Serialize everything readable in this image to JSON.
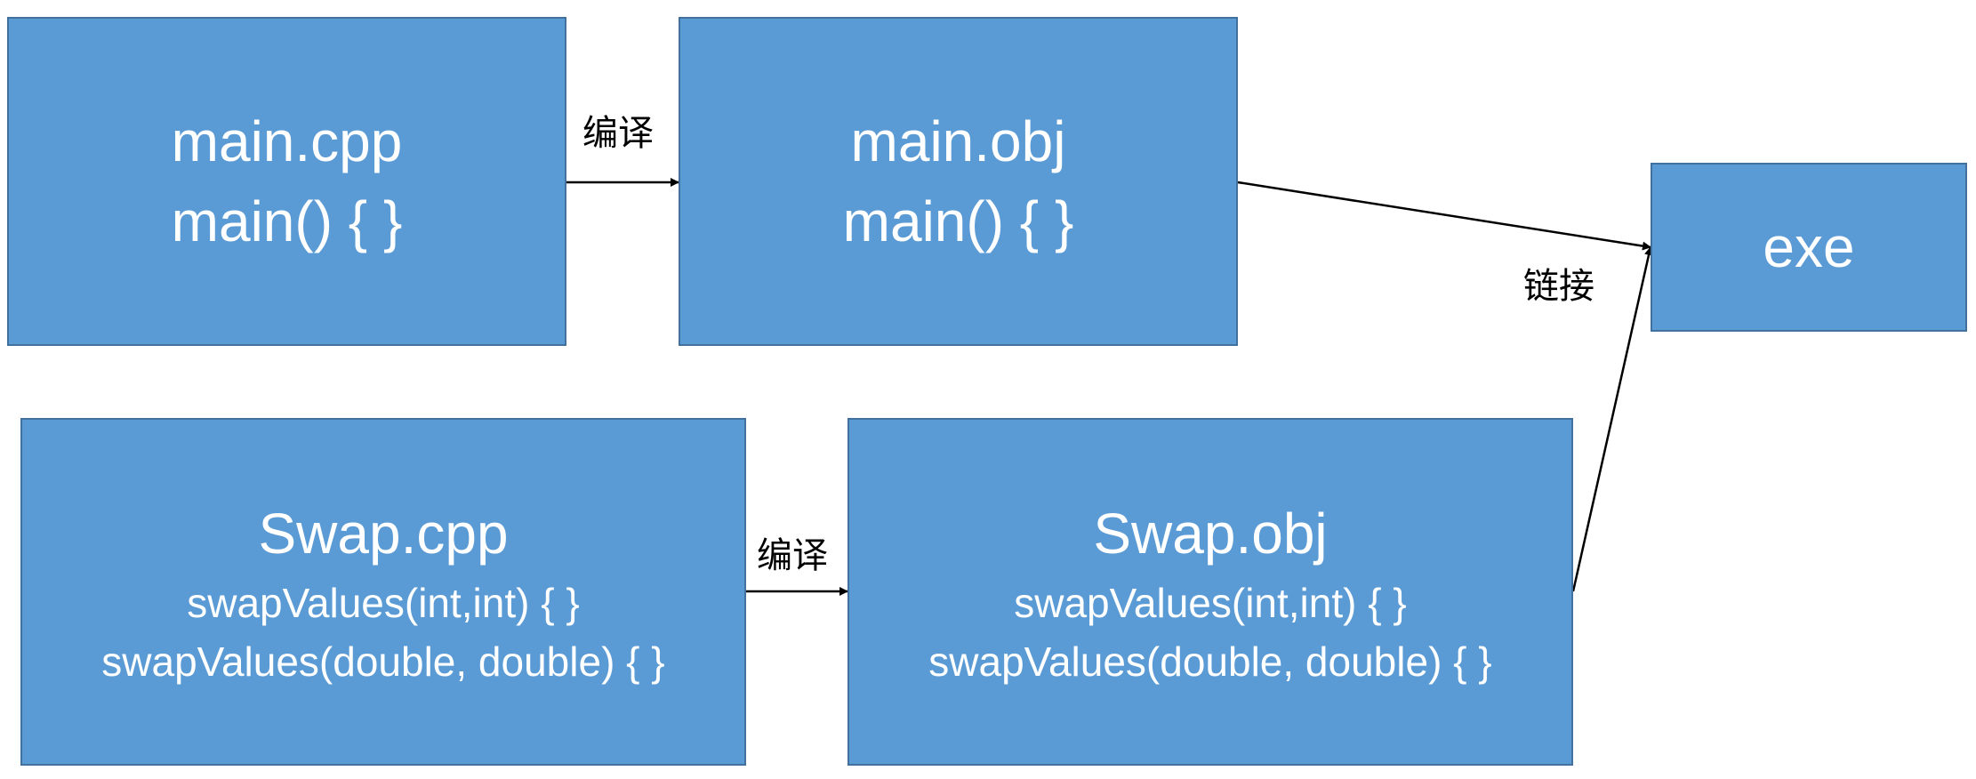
{
  "boxes": {
    "main_cpp": {
      "title": "main.cpp",
      "func": "main() { }"
    },
    "main_obj": {
      "title": "main.obj",
      "func": "main() { }"
    },
    "exe": {
      "title": "exe"
    },
    "swap_cpp": {
      "title": "Swap.cpp",
      "funcs": [
        "swapValues(int,int) { }",
        "swapValues(double, double) { }"
      ]
    },
    "swap_obj": {
      "title": "Swap.obj",
      "funcs": [
        "swapValues(int,int) { }",
        "swapValues(double, double) { }"
      ]
    }
  },
  "labels": {
    "compile_top": "编译",
    "compile_bottom": "编译",
    "link": "链接"
  },
  "colors": {
    "box_fill": "#5b9bd5",
    "box_border": "#41719c",
    "text": "#ffffff",
    "arrow": "#000000"
  }
}
